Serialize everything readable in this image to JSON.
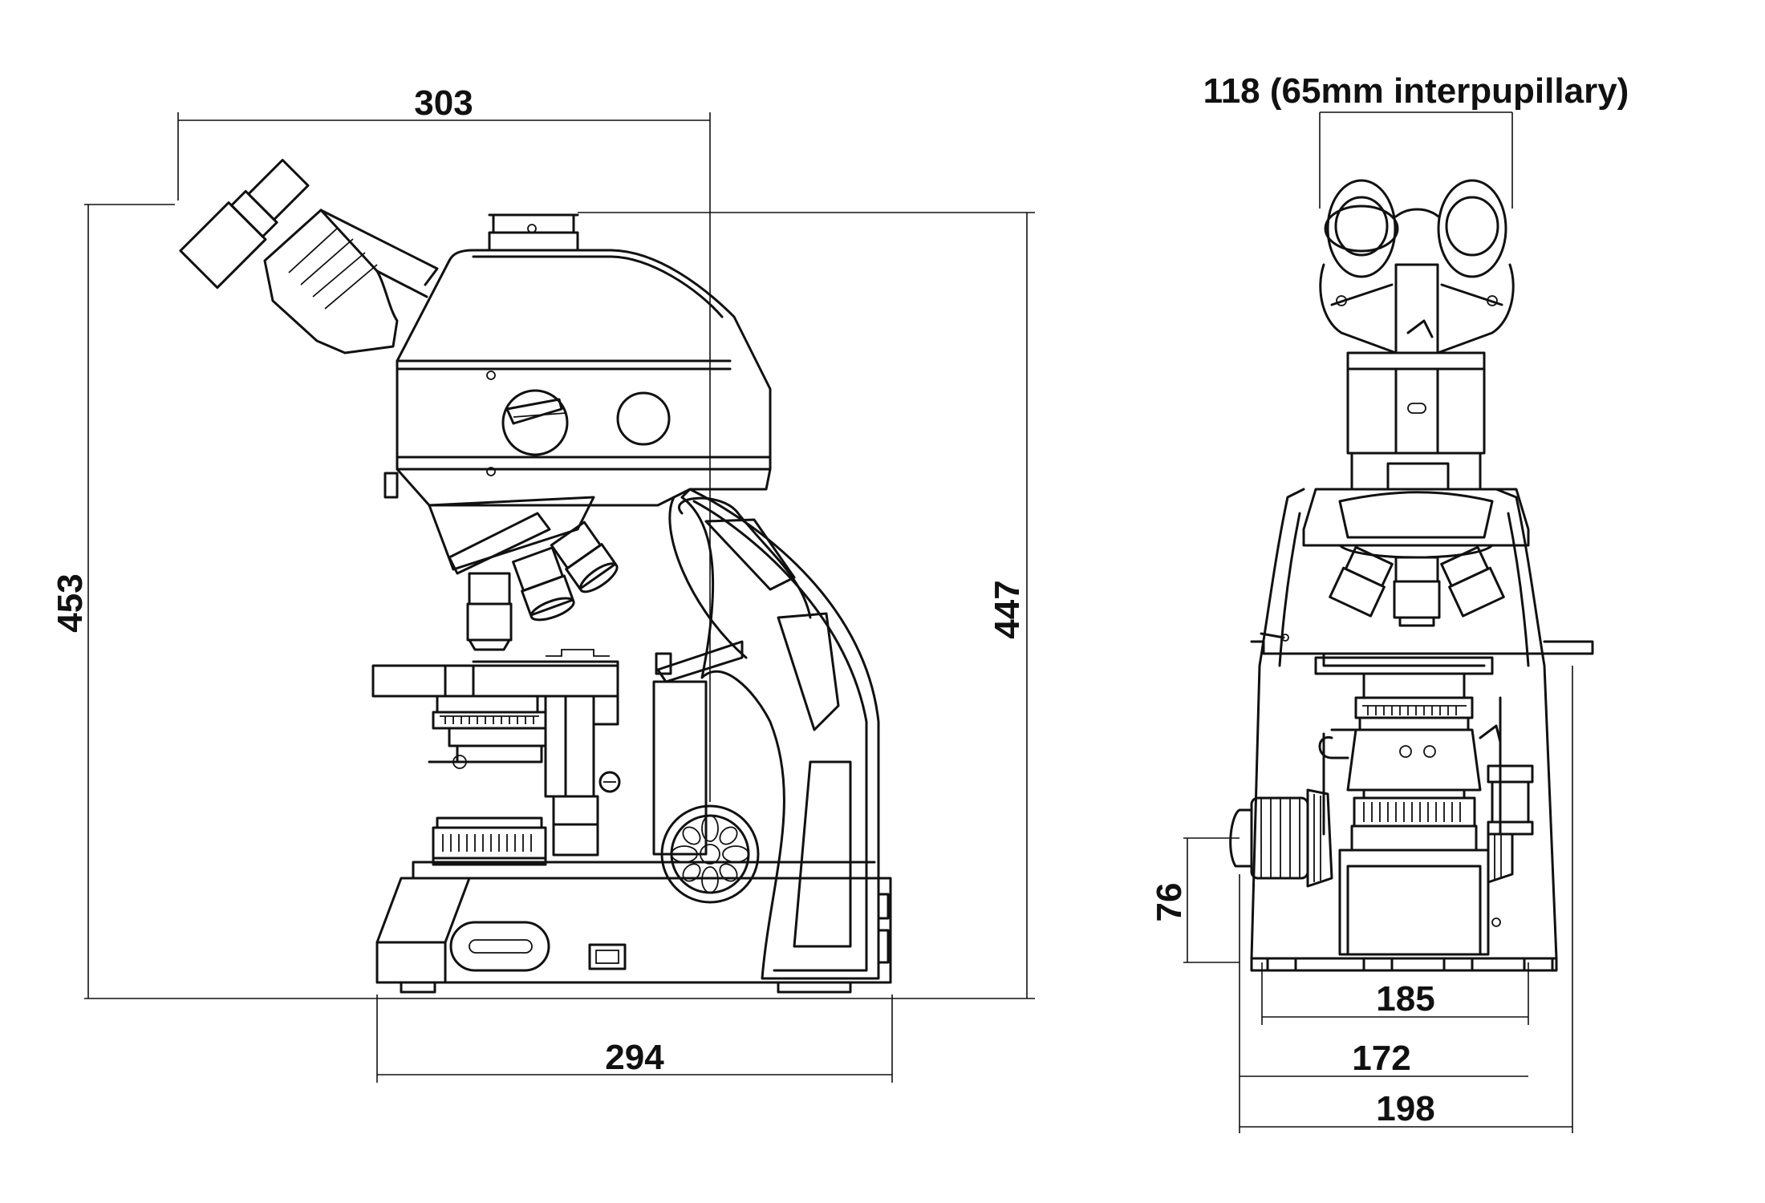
{
  "side_view": {
    "dims": {
      "overall_depth": "303",
      "overall_height": "453",
      "stand_height": "447",
      "base_depth": "294"
    }
  },
  "front_view": {
    "dims": {
      "eyepiece_spacing": "118 (65mm interpupillary)",
      "knob_height": "76",
      "base_width_outer": "185",
      "knob_span": "172",
      "overall_width": "198"
    }
  }
}
